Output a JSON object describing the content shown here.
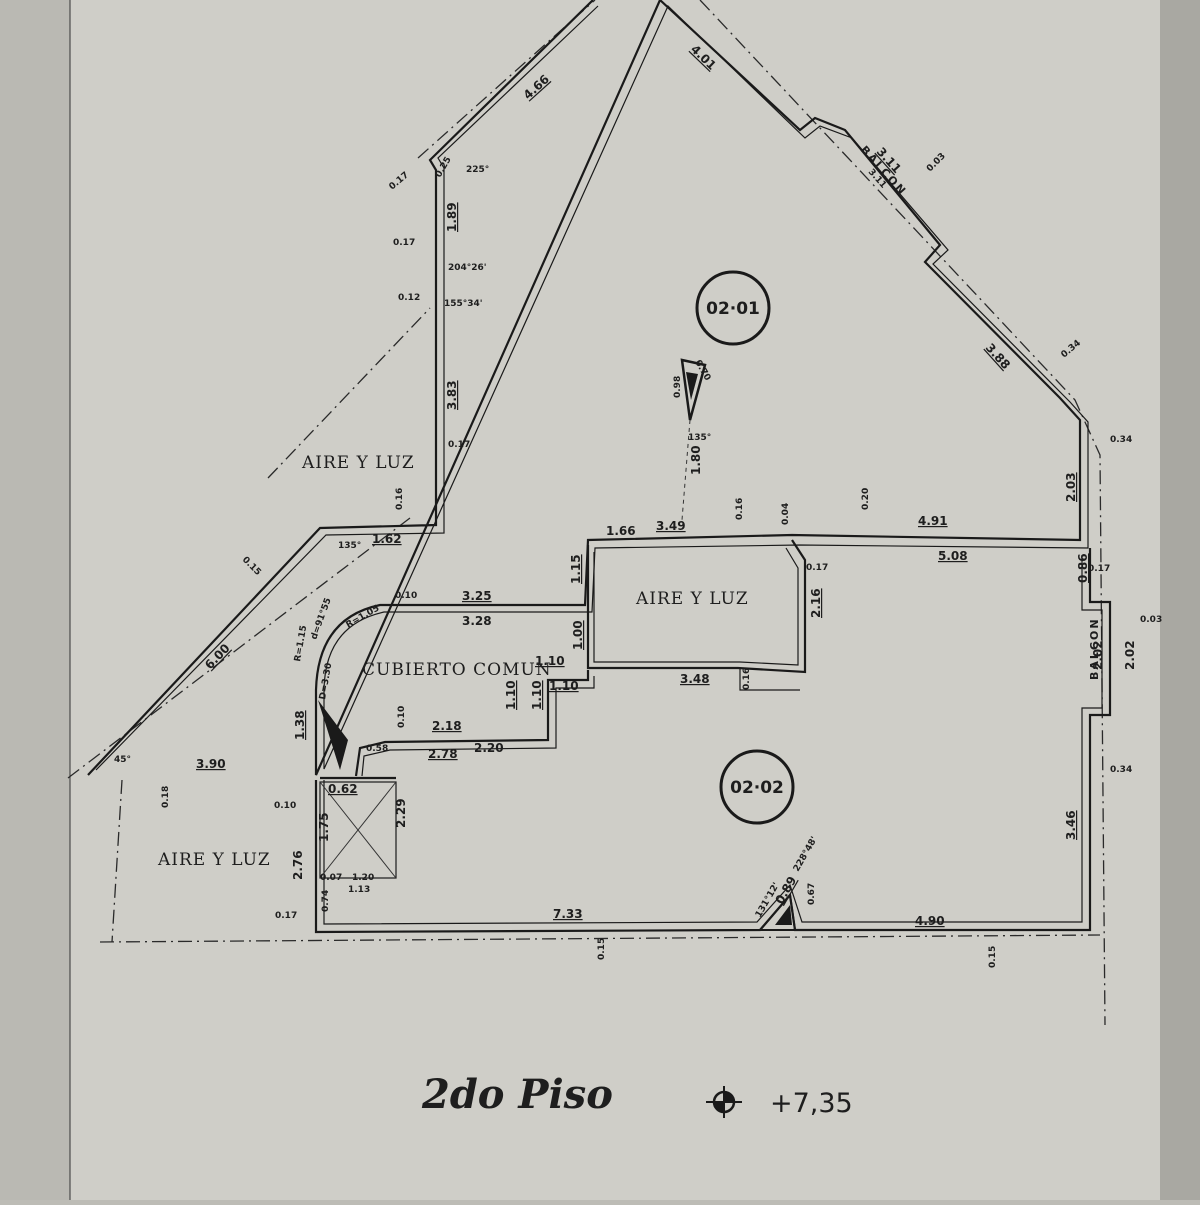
{
  "plan": {
    "title": "2do Piso",
    "level": "+7,35",
    "units": {
      "u1": "02·01",
      "u2": "02·02"
    },
    "rooms": {
      "aire_luz_top": "AIRE Y LUZ",
      "aire_luz_center": "AIRE Y LUZ",
      "aire_luz_left": "AIRE Y LUZ",
      "cubierto": "CUBIERTO COMUN",
      "balcon_top": "BALCON",
      "balcon_right": "BALCON"
    },
    "dims": {
      "d466": "4.66",
      "d401": "4.01",
      "d311a": "3.11",
      "d311b": "3.11",
      "d388": "3.88",
      "d203": "2.03",
      "d189": "1.89",
      "d383": "3.83",
      "d162": "1.62",
      "d600": "6.00",
      "d390": "3.90",
      "d325": "3.25",
      "d328": "3.28",
      "d166": "1.66",
      "d349": "3.49",
      "d491": "4.91",
      "d508": "5.08",
      "d115": "1.15",
      "d216": "2.16",
      "d100": "1.00",
      "d110a": "1.10",
      "d110b": "1.10",
      "d110c": "1.10",
      "d110d": "1.10",
      "d348": "3.48",
      "d218": "2.18",
      "d278": "2.78",
      "d220": "2.20",
      "d138": "1.38",
      "d229": "2.29",
      "d175": "1.75",
      "d276": "2.76",
      "d120": "1.20",
      "d113": "1.13",
      "d733": "7.33",
      "d490": "4.90",
      "d346": "3.46",
      "d202a": "2.02",
      "d202b": "2.02",
      "d086": "0.86",
      "d062": "0.62",
      "d058": "0.58",
      "d089": "0.89",
      "d180": "1.80",
      "d098": "0.98",
      "d070": "0.70",
      "d067": "0.67"
    },
    "small": {
      "s017a": "0.17",
      "s017b": "0.17",
      "s017c": "0.17",
      "s017d": "0.17",
      "s017e": "0.17",
      "s017f": "0.17",
      "s012": "0.12",
      "s016": "0.16",
      "s015a": "0.15",
      "s015b": "0.15",
      "s015c": "0.15",
      "s020": "0.20",
      "s004": "0.04",
      "s016b": "0.16",
      "s034a": "0.34",
      "s034b": "0.34",
      "s034c": "0.34",
      "s003a": "0.03",
      "s003b": "0.03",
      "s010a": "0.10",
      "s010b": "0.10",
      "s010c": "0.10",
      "s018": "0.18",
      "s074": "0.74",
      "s007": "0.07",
      "s016c": "0.16",
      "s025": "0.25"
    },
    "angles": {
      "a225": "225°",
      "a204": "204°26'",
      "a155": "155°34'",
      "a135a": "135°",
      "a135b": "135°",
      "a45": "45°",
      "a228": "228°48'",
      "a131": "131°12'",
      "r1": "R=1.15",
      "r2": "R=1.05",
      "r3": "D=3.30",
      "r4": "d=91°55"
    }
  }
}
